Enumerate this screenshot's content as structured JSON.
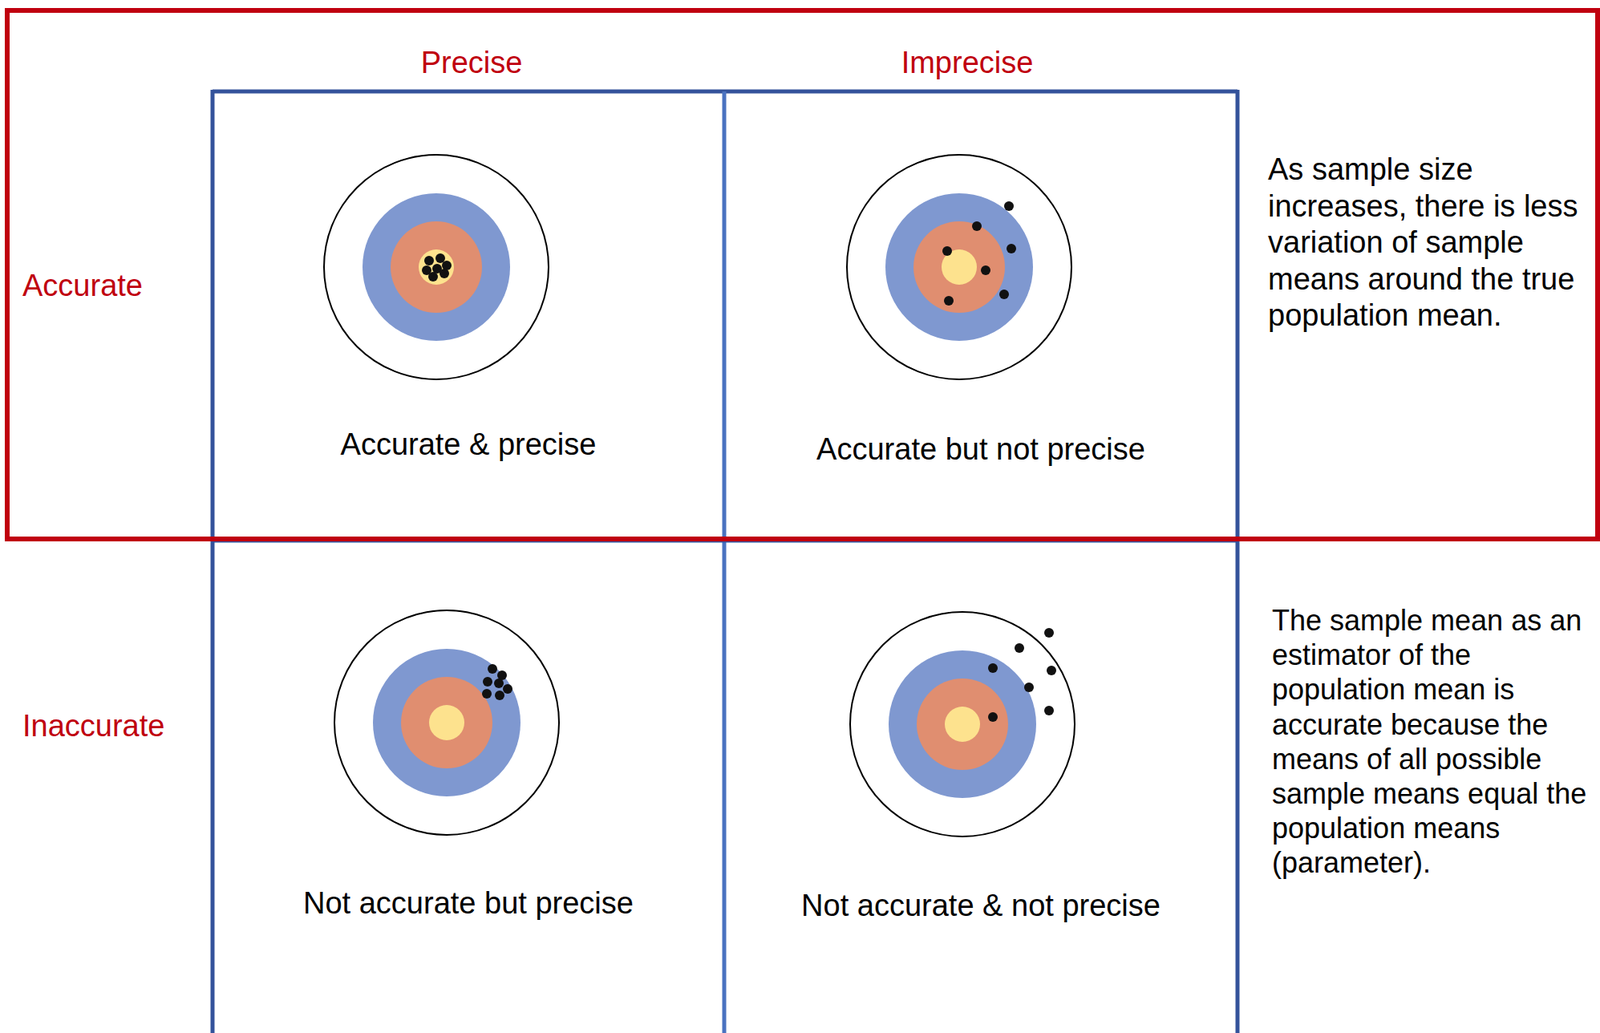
{
  "diagram": {
    "nodes": [
      {
        "text": [
          "Accurate",
          "As sample size increases, there is less variation of sample means around the true population mean."
        ]
      },
      {
        "text": [
          "Accurate & precise"
        ],
        "in": 0
      },
      {
        "text": [
          "Accurate but not precise"
        ],
        "in": 0
      },
      {
        "text": [
          "Not accurate but precise"
        ]
      },
      {
        "text": [
          "Not accurate & not precise"
        ]
      }
    ],
    "labels": [
      "Precise",
      "Imprecise",
      "Inaccurate",
      "The sample mean as an estimator of the population mean is accurate because the means of all possible sample means equal the population means (parameter)."
    ]
  }
}
